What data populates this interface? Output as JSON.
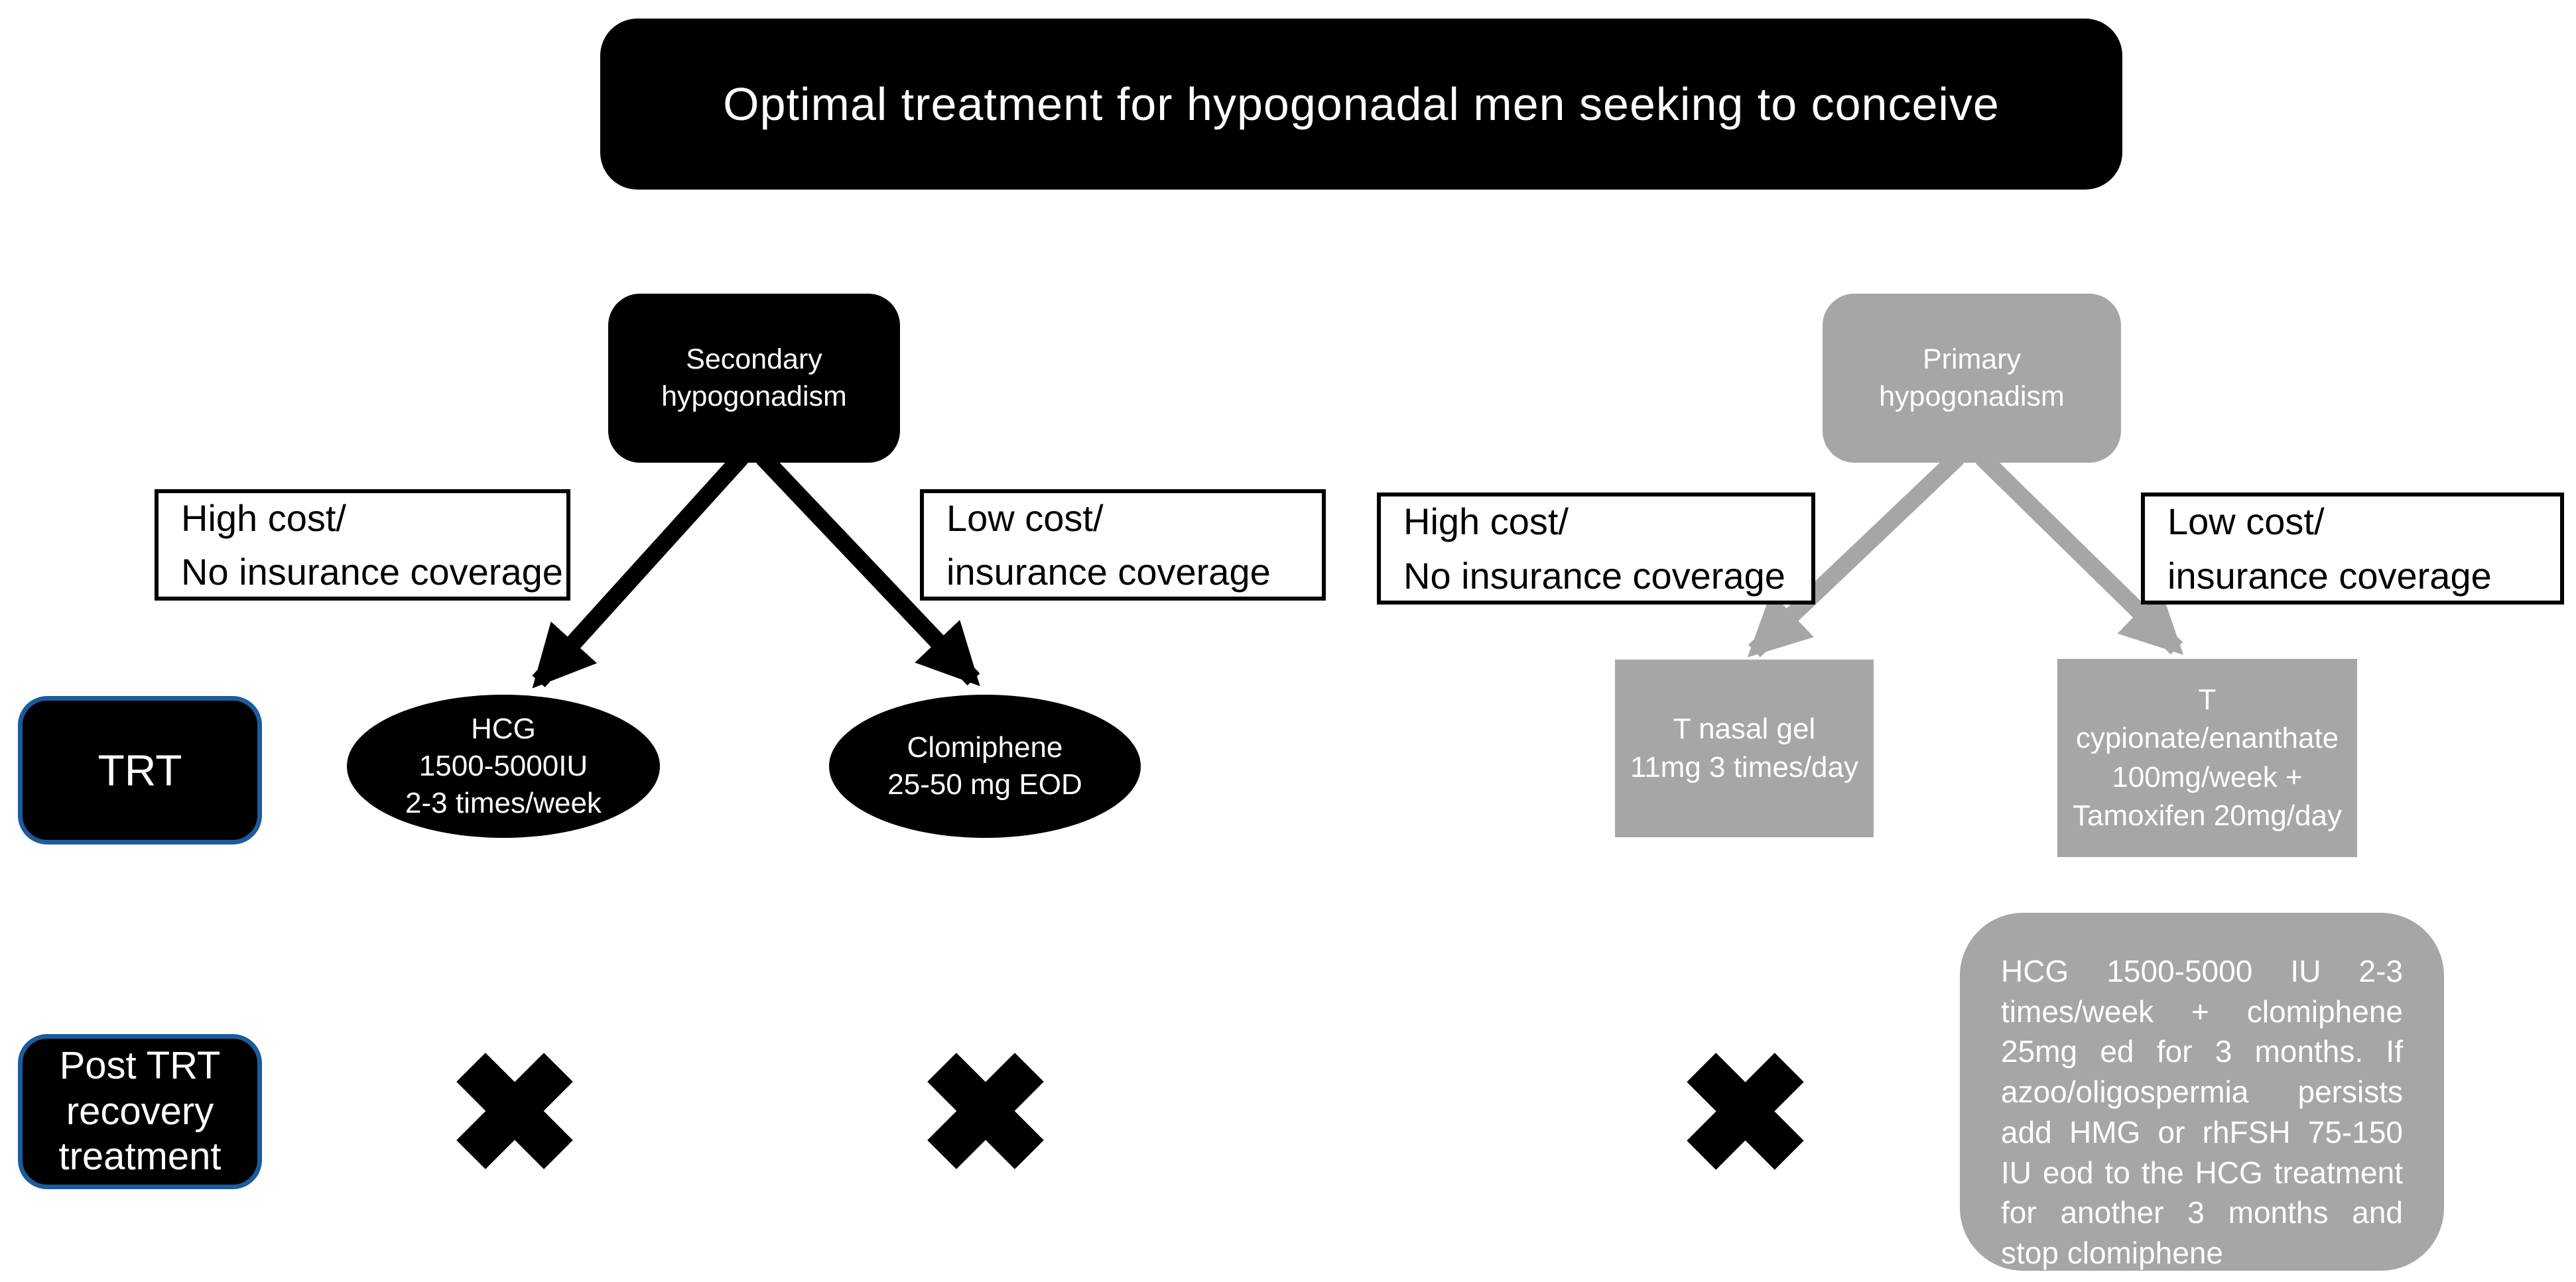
{
  "title": "Optimal treatment for hypogonadal men seeking to conceive",
  "colors": {
    "black": "#000000",
    "gray": "#a6a6a6",
    "white": "#ffffff",
    "outline_blue": "#1c5c9c"
  },
  "row_labels": {
    "trt": "TRT",
    "post_trt": "Post TRT\nrecovery\ntreatment"
  },
  "secondary_branch": {
    "root": "Secondary\nhypogonadism",
    "high_cost": "High cost/\nNo insurance coverage",
    "low_cost": "Low cost/\ninsurance coverage",
    "trt_high_cost": "HCG\n1500-5000IU\n2-3 times/week",
    "trt_low_cost": "Clomiphene\n25-50 mg EOD"
  },
  "primary_branch": {
    "root": "Primary\nhypogonadism",
    "high_cost": "High cost/\nNo insurance coverage",
    "low_cost": "Low cost/\ninsurance coverage",
    "trt_high_cost": "T nasal gel\n11mg 3 times/day",
    "trt_low_cost": "T\ncypionate/enanthate\n100mg/week +\nTamoxifen 20mg/day",
    "post_trt_note": "HCG 1500-5000 IU 2-3 times/week + clomiphene 25mg ed for 3 months. If azoo/oligospermia persists add HMG or rhFSH 75-150 IU eod to the HCG treatment for another 3 months and stop clomiphene"
  },
  "icons": {
    "x_mark": "bold-x-cross (no treatment)"
  }
}
